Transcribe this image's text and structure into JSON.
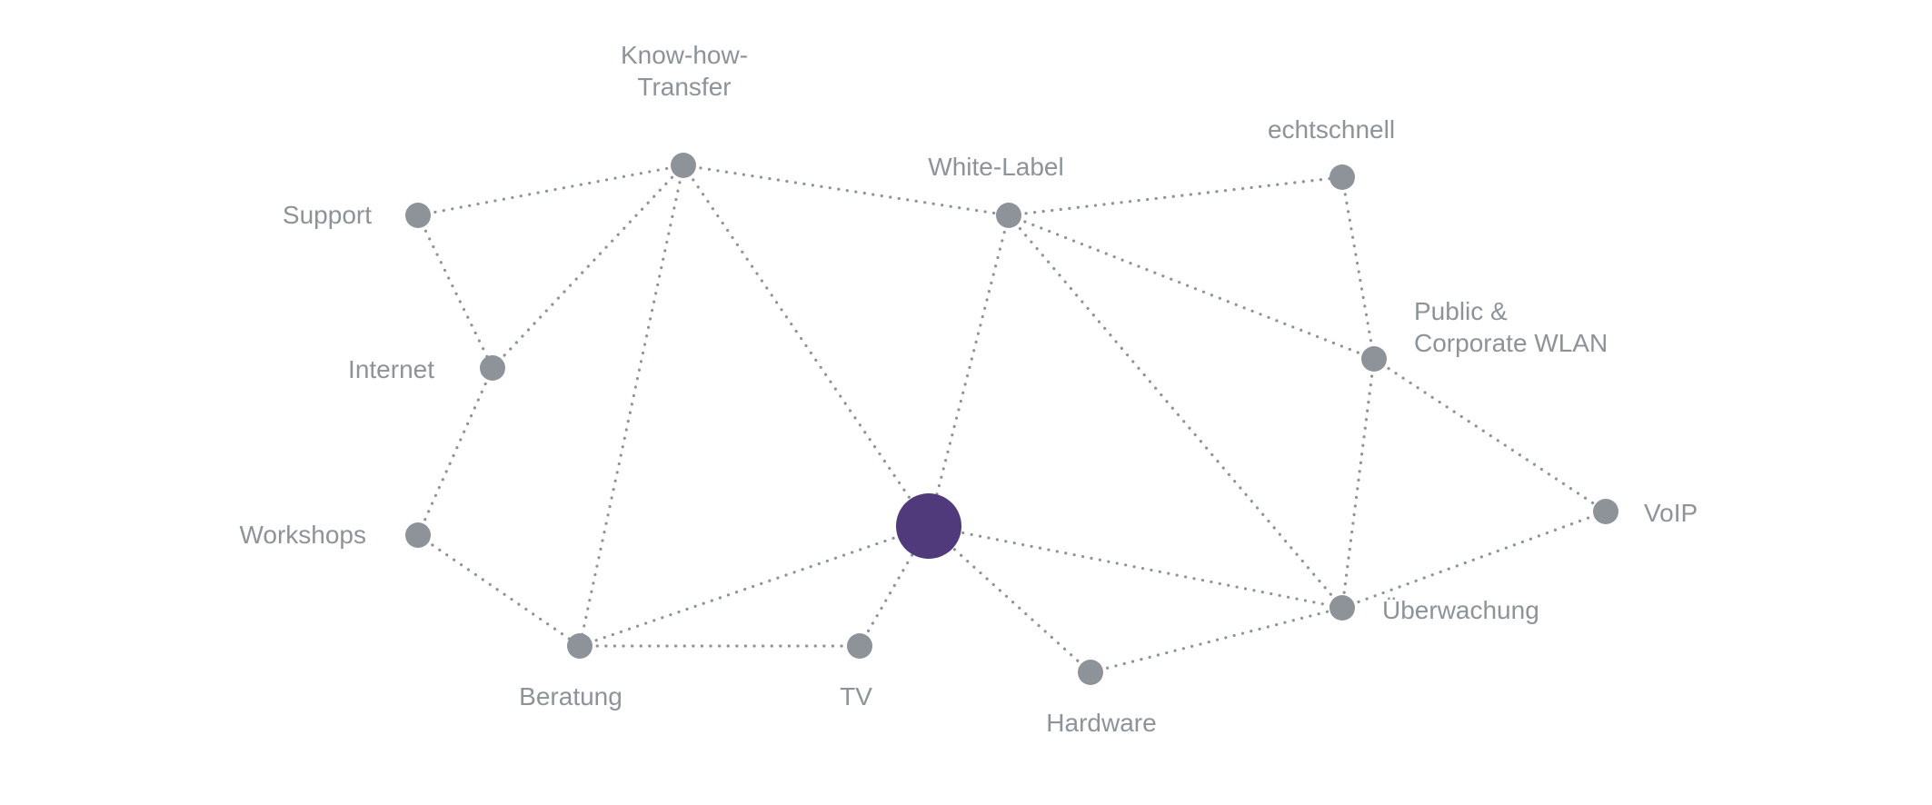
{
  "diagram": {
    "type": "network",
    "colors": {
      "node": "#8d9399",
      "edge": "#8d9399",
      "label": "#8d9399",
      "hub": "#503a7c"
    },
    "hub": {
      "id": "hub",
      "label": ""
    },
    "nodes": [
      {
        "id": "know-how-transfer",
        "label": [
          "Know-how-",
          "Transfer"
        ]
      },
      {
        "id": "support",
        "label": [
          "Support"
        ]
      },
      {
        "id": "internet",
        "label": [
          "Internet"
        ]
      },
      {
        "id": "workshops",
        "label": [
          "Workshops"
        ]
      },
      {
        "id": "beratung",
        "label": [
          "Beratung"
        ]
      },
      {
        "id": "tv",
        "label": [
          "TV"
        ]
      },
      {
        "id": "white-label",
        "label": [
          "White-Label"
        ]
      },
      {
        "id": "hardware",
        "label": [
          "Hardware"
        ]
      },
      {
        "id": "echtschnell",
        "label": [
          "echtschnell"
        ]
      },
      {
        "id": "public-corporate-wlan",
        "label": [
          "Public &",
          "Corporate WLAN"
        ]
      },
      {
        "id": "ueberwachung",
        "label": [
          "Überwachung"
        ]
      },
      {
        "id": "voip",
        "label": [
          "VoIP"
        ]
      }
    ],
    "edges": [
      [
        "support",
        "know-how-transfer"
      ],
      [
        "know-how-transfer",
        "white-label"
      ],
      [
        "white-label",
        "echtschnell"
      ],
      [
        "support",
        "internet"
      ],
      [
        "internet",
        "know-how-transfer"
      ],
      [
        "know-how-transfer",
        "beratung"
      ],
      [
        "know-how-transfer",
        "hub"
      ],
      [
        "white-label",
        "hub"
      ],
      [
        "white-label",
        "public-corporate-wlan"
      ],
      [
        "white-label",
        "ueberwachung"
      ],
      [
        "echtschnell",
        "public-corporate-wlan"
      ],
      [
        "public-corporate-wlan",
        "ueberwachung"
      ],
      [
        "public-corporate-wlan",
        "voip"
      ],
      [
        "internet",
        "workshops"
      ],
      [
        "workshops",
        "beratung"
      ],
      [
        "beratung",
        "tv"
      ],
      [
        "beratung",
        "hub"
      ],
      [
        "tv",
        "hub"
      ],
      [
        "hub",
        "hardware"
      ],
      [
        "hub",
        "ueberwachung"
      ],
      [
        "hardware",
        "ueberwachung"
      ],
      [
        "ueberwachung",
        "voip"
      ]
    ]
  }
}
